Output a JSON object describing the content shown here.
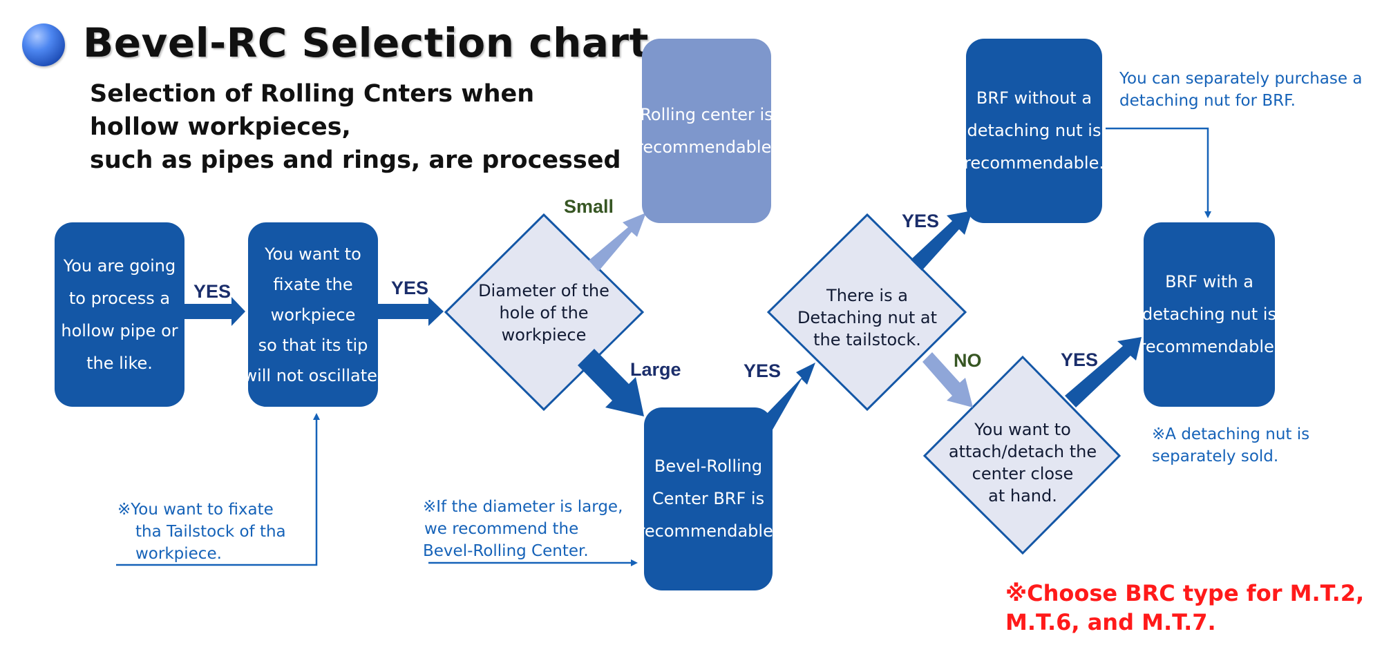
{
  "title": "Bevel-RC Selection chart",
  "subtitle_lines": [
    "Selection of Rolling Cnters when",
    "hollow workpieces,",
    "such as pipes and rings, are processed"
  ],
  "boxes": {
    "start": [
      "You are going",
      "to process a",
      "hollow pipe or",
      "the like."
    ],
    "fixate": [
      "You want to",
      "fixate the",
      "workpiece",
      "so that its tip",
      "will not oscillate."
    ],
    "rolling": [
      "Rolling center is",
      "recommendable."
    ],
    "brf": [
      "Bevel-Rolling",
      "Center BRF is",
      "recommendable."
    ],
    "brf_without": [
      "BRF without a",
      "detaching nut is",
      "recommendable."
    ],
    "brf_with": [
      "BRF with a",
      "detaching nut is",
      "recommendable."
    ]
  },
  "decisions": {
    "diameter": [
      "Diameter of the",
      "hole of the",
      "workpiece"
    ],
    "detaching": [
      "There is a",
      "Detaching nut at",
      "the tailstock."
    ],
    "attach": [
      "You want to",
      "attach/detach the",
      "center close",
      "at hand."
    ]
  },
  "labels": {
    "yes": "YES",
    "no": "NO",
    "small": "Small",
    "large": "Large"
  },
  "notes": {
    "tailstock": [
      "※You want to fixate",
      "tha Tailstock of tha",
      "workpiece."
    ],
    "diameter": [
      "※If the diameter is large,",
      "we recommend the",
      "Bevel-Rolling Center."
    ],
    "purchase": [
      "You can separately purchase a",
      "detaching nut for BRF."
    ],
    "sold": [
      "※A detaching nut is",
      "separately sold."
    ],
    "brc": [
      "※Choose BRC type for M.T.2,",
      "M.T.6, and M.T.7."
    ]
  },
  "colors": {
    "box_dark": "#1457a6",
    "box_light": "#7e97cc",
    "diamond_fill": "#e3e6f2",
    "arrow_dark": "#1457a6",
    "arrow_light": "#8fa6d8",
    "note_blue": "#1562b8",
    "note_red": "#ff1a1a"
  }
}
